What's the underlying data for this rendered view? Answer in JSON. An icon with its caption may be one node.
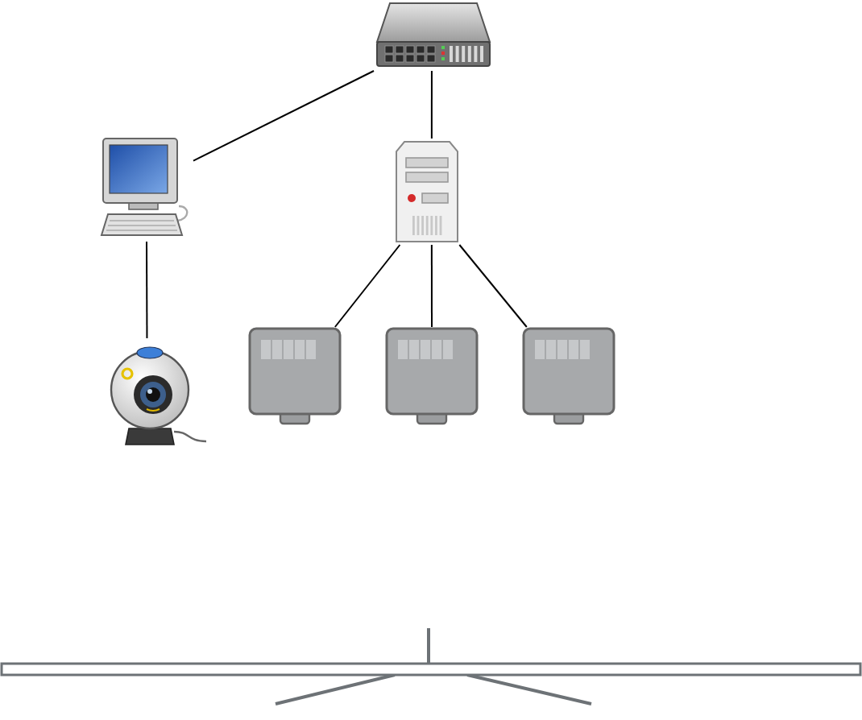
{
  "diagram": {
    "nodes": [
      {
        "text": [],
        "shape": "picture"
      },
      {
        "text": [],
        "shape": "picture"
      },
      {
        "text": [],
        "shape": "picture"
      },
      {
        "text": [],
        "shape": "picture"
      },
      {
        "text": [],
        "shape": "picture"
      },
      {
        "text": [],
        "shape": "picture"
      },
      {
        "text": [],
        "shape": "picture"
      },
      {
        "text": [],
        "shape": "bar"
      }
    ],
    "edges": [
      {
        "from": 0,
        "to": 1,
        "arrow": "none"
      },
      {
        "from": 0,
        "to": 3,
        "arrow": "none"
      },
      {
        "from": 1,
        "to": 2,
        "arrow": "none"
      },
      {
        "from": 3,
        "to": 4,
        "arrow": "none"
      },
      {
        "from": 3,
        "to": 5,
        "arrow": "none"
      },
      {
        "from": 3,
        "to": 6,
        "arrow": "none"
      }
    ]
  }
}
